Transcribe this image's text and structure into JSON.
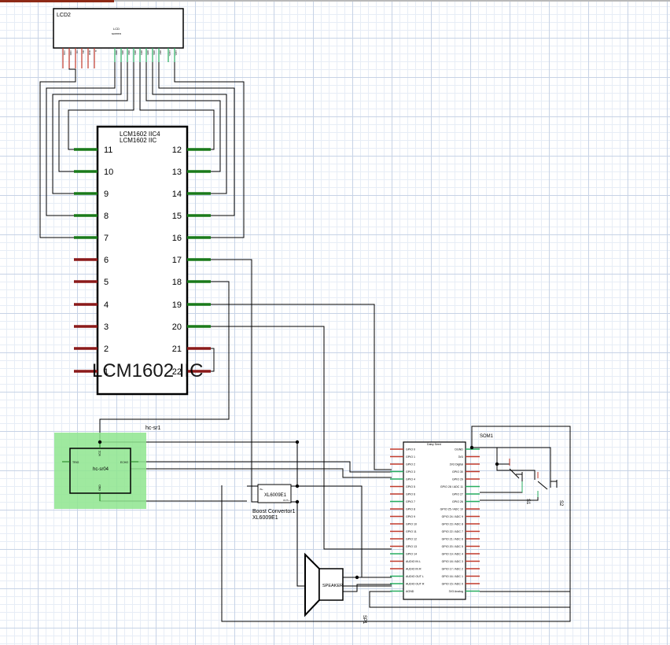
{
  "lcd": {
    "title": "LCD2",
    "body_lines": [
      "LCD",
      "screen"
    ],
    "pins_left": [
      "VSS",
      "VDD",
      "V0",
      "RS",
      "R/W",
      "E"
    ],
    "pins_right": [
      "DB0",
      "DB1",
      "DB2",
      "DB3",
      "DB4",
      "DB5",
      "DB6",
      "DB7",
      "LED+",
      "LED-"
    ]
  },
  "lcm": {
    "title1": "LCM1602 IIC4",
    "title2": "LCM1602 IIC",
    "watermark": "LCM1602 IIC",
    "left_pins": [
      "11",
      "10",
      "9",
      "8",
      "7",
      "6",
      "5",
      "4",
      "3",
      "2",
      "1"
    ],
    "right_pins": [
      "12",
      "13",
      "14",
      "15",
      "16",
      "17",
      "18",
      "19",
      "20",
      "21",
      "22"
    ]
  },
  "sensor": {
    "label": "hc-sr1",
    "name": "hc-sr04",
    "pin_vcc": "VCC",
    "pin_trig": "TRIG",
    "pin_echo": "ECHO",
    "pin_gnd": "GND"
  },
  "boost": {
    "name": "XL6009E1",
    "caption1": "Boost Convertor1",
    "caption2": "XL6009E1",
    "pin_in": "IN+",
    "pin_out": "OUT+"
  },
  "speaker": {
    "name": "SPEAKER",
    "ref": "SP1"
  },
  "board": {
    "ref": "SOM1",
    "name": "Daisy Seed",
    "left_pins": [
      "GPIO 0",
      "GPIO 1",
      "GPIO 2",
      "GPIO 3",
      "GPIO 4",
      "GPIO 5",
      "GPIO 6",
      "GPIO 7",
      "GPIO 8",
      "GPIO 9",
      "GPIO 10",
      "GPIO 11",
      "GPIO 12",
      "GPIO 13",
      "GPIO 14",
      "AUDIO IN L",
      "AUDIO IN R",
      "AUDIO OUT L",
      "AUDIO OUT R",
      "AGND"
    ],
    "right_pins": [
      "DGND",
      "3V3",
      "3V3 Digital",
      "GPIO 30",
      "GPIO 29",
      "GPIO 28 / ADC 11",
      "GPIO 27",
      "GPIO 26",
      "GPIO 25 / ADC 10",
      "GPIO 24 / ADC 9",
      "GPIO 23 / ADC 8",
      "GPIO 22 / ADC 7",
      "GPIO 21 / ADC 6",
      "GPIO 20 / ADC 5",
      "GPIO 19 / ADC 4",
      "GPIO 18 / ADC 3",
      "GPIO 17 / ADC 2",
      "GPIO 16 / ADC 1",
      "GPIO 15 / ADC 0",
      "3V3 Analog"
    ]
  },
  "switches": {
    "s1": "S1",
    "s2": "S2"
  },
  "colors": {
    "wire": "#000000",
    "pin_connected": "#1a7a1a",
    "pin_unconnected": "#8b1a1a",
    "pin_small_red": "#c0392b",
    "pin_small_green": "#27ae60",
    "sensor_highlight": "#8ee58e"
  }
}
